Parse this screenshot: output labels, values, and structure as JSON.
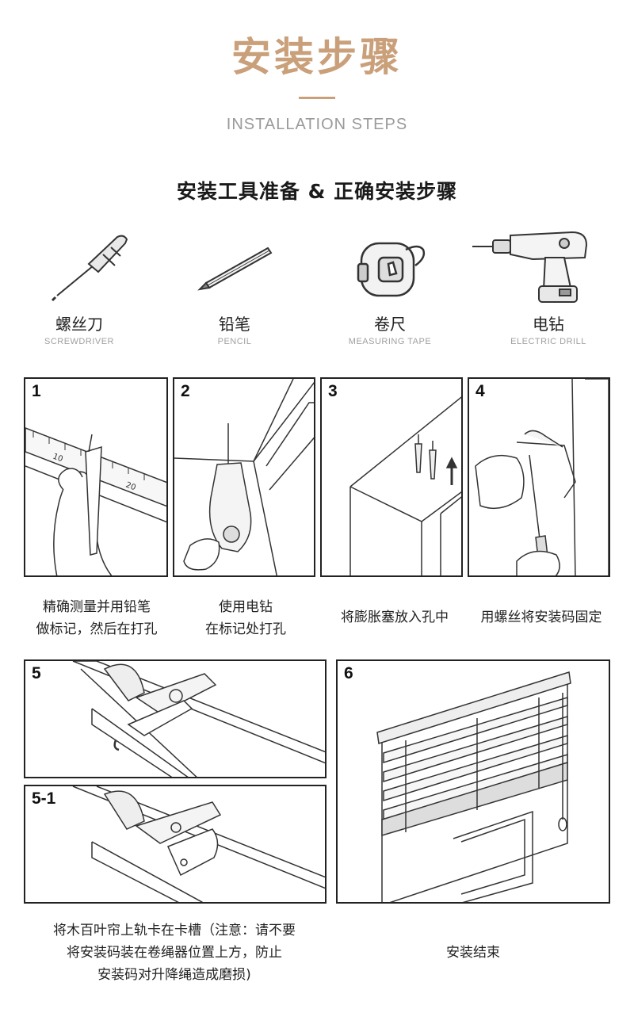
{
  "header": {
    "title_cn": "安装步骤",
    "title_en": "INSTALLATION STEPS",
    "subtitle": "安装工具准备 & 正确安装步骤"
  },
  "tools": [
    {
      "cn": "螺丝刀",
      "en": "SCREWDRIVER",
      "icon": "screwdriver-icon"
    },
    {
      "cn": "铅笔",
      "en": "PENCIL",
      "icon": "pencil-icon"
    },
    {
      "cn": "卷尺",
      "en": "MEASURING TAPE",
      "icon": "tape-measure-icon"
    },
    {
      "cn": "电钻",
      "en": "ELECTRIC DRILL",
      "icon": "drill-icon"
    }
  ],
  "steps": [
    {
      "num": "1",
      "caption_1": "精确测量并用铅笔",
      "caption_2": "做标记，然后在打孔"
    },
    {
      "num": "2",
      "caption_1": "使用电钻",
      "caption_2": "在标记处打孔"
    },
    {
      "num": "3",
      "caption_1": "将膨胀塞放入孔中"
    },
    {
      "num": "4",
      "caption_1": "用螺丝将安装码固定"
    },
    {
      "num": "5"
    },
    {
      "num": "5-1"
    },
    {
      "num": "6",
      "caption_1": "安装结束"
    }
  ],
  "step5_caption": [
    "将木百叶帘上轨卡在卡槽（注意：请不要",
    "将安装码装在卷绳器位置上方，防止",
    "安装码对升降绳造成磨损)"
  ],
  "ruler_labels": [
    "10",
    "20"
  ]
}
